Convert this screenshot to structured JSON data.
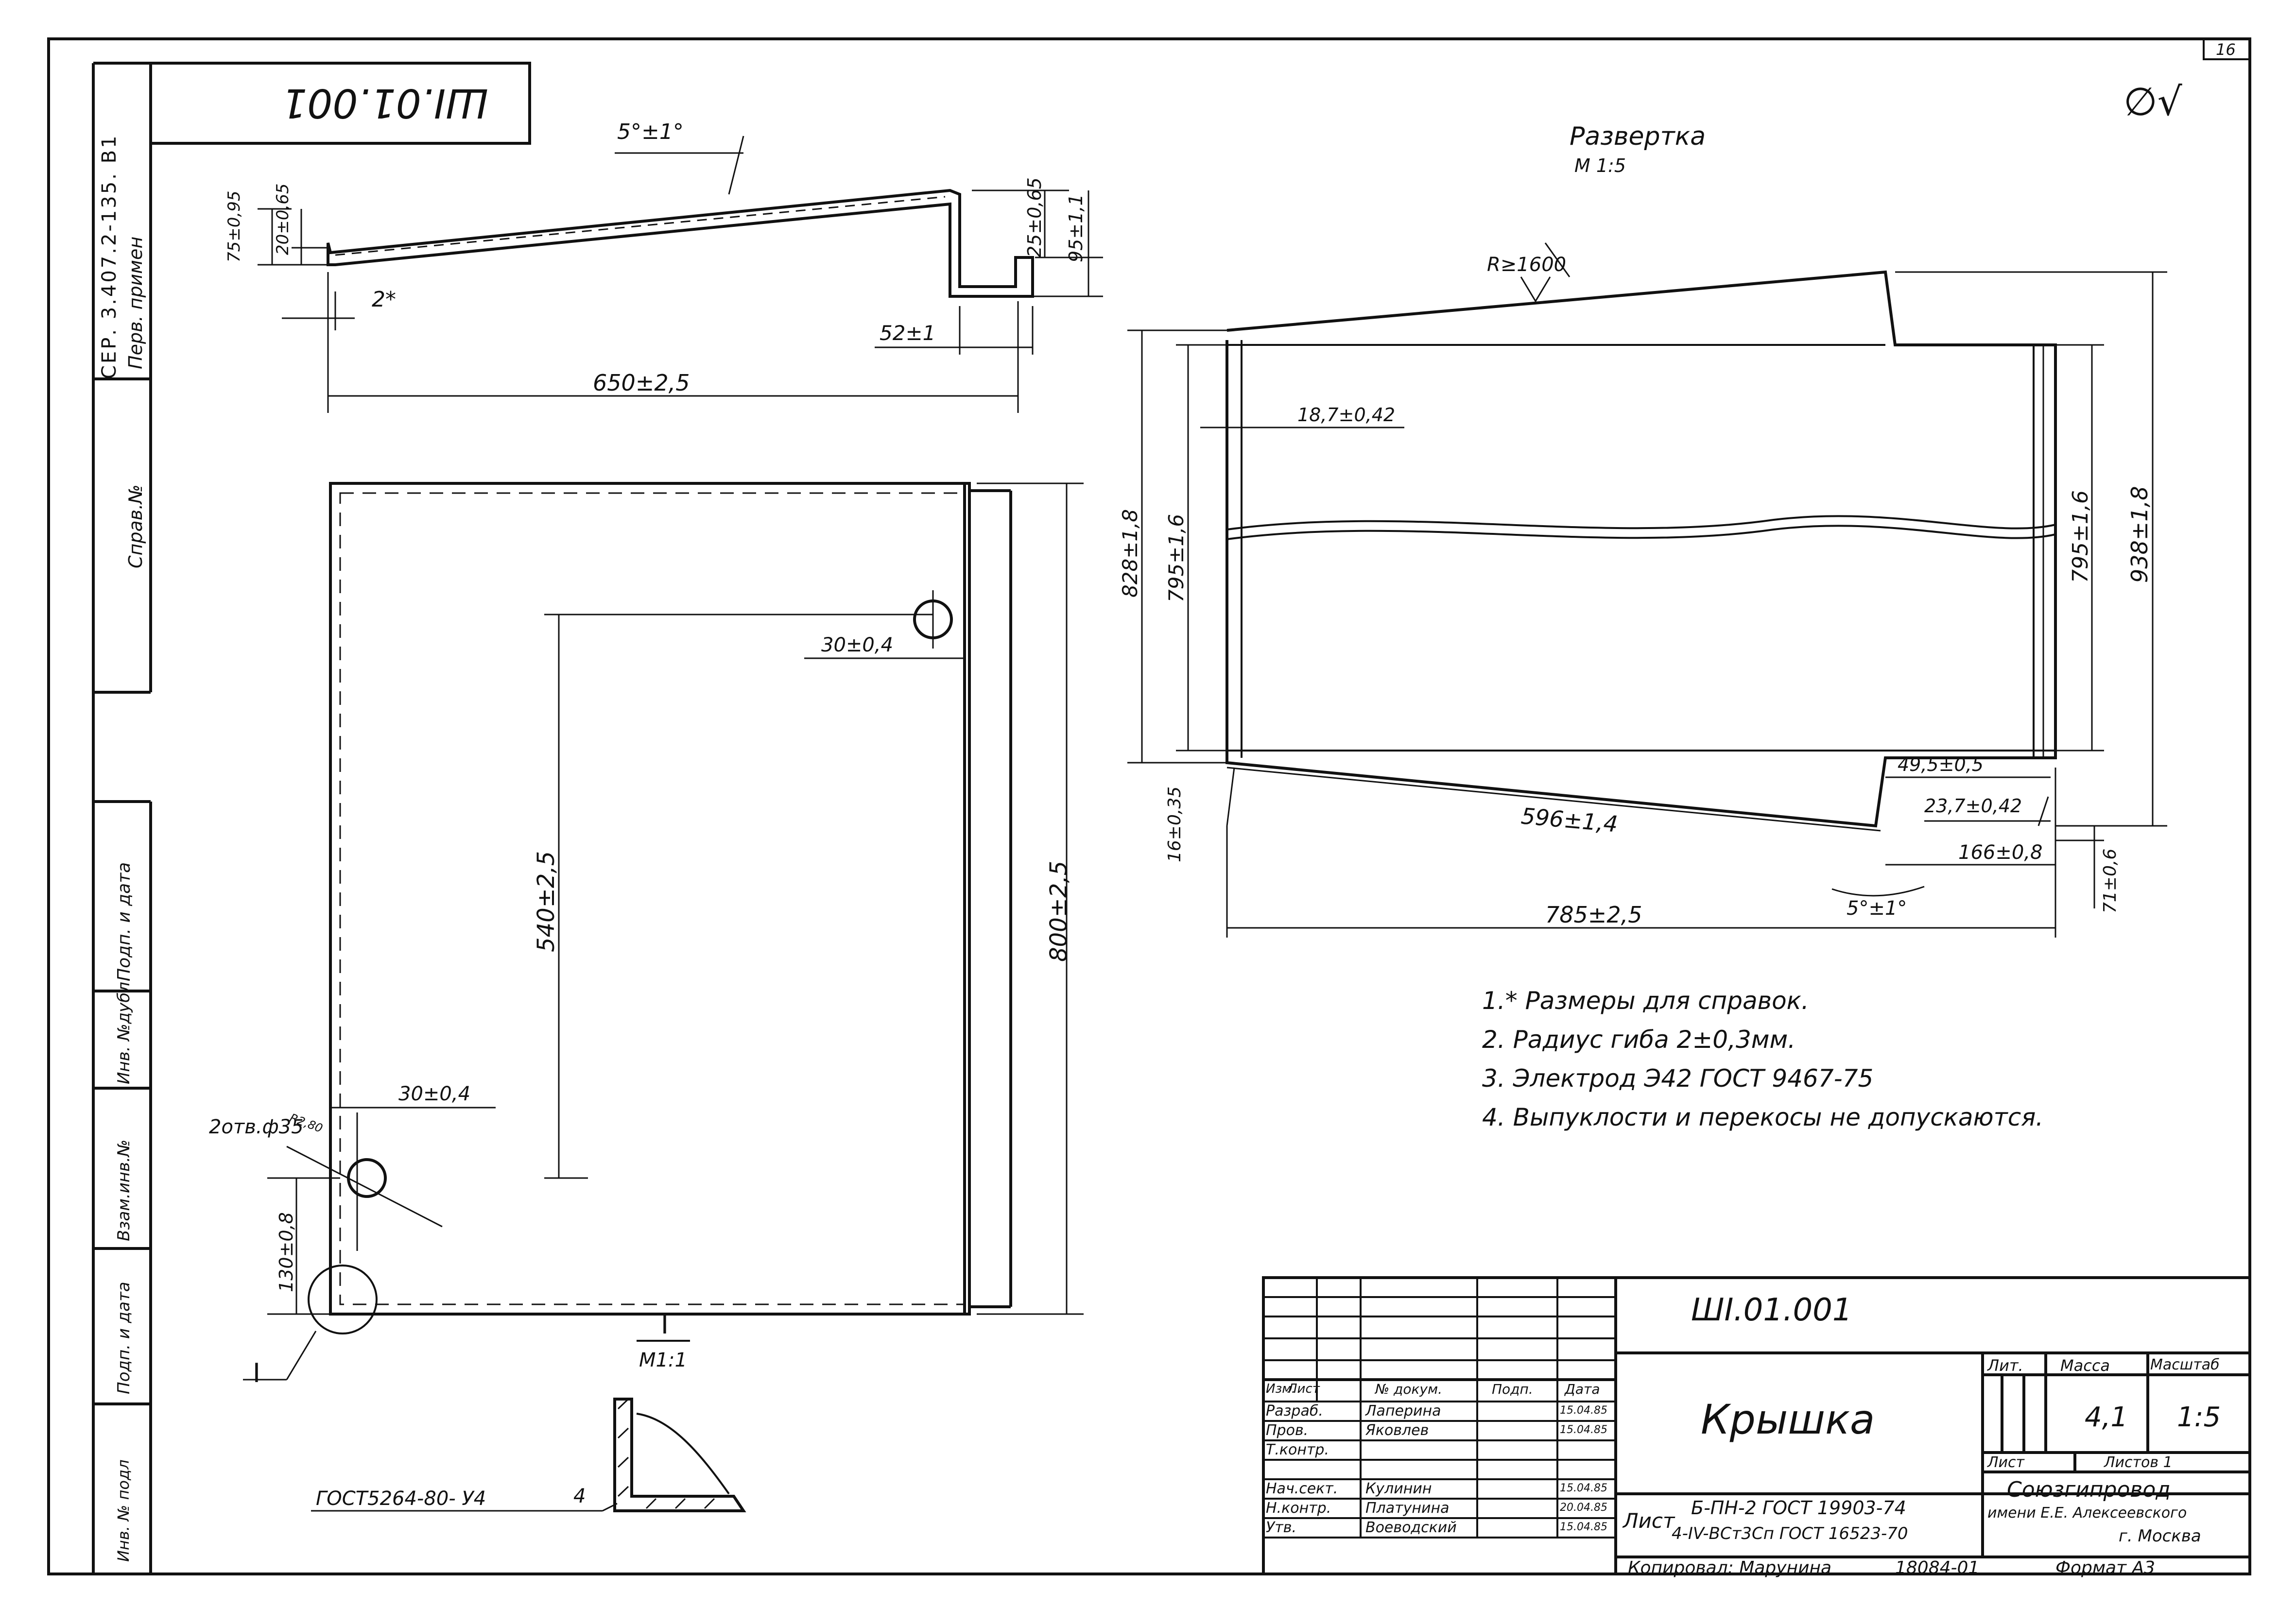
{
  "sheet": {
    "page_number": "16"
  },
  "side_column": {
    "doc_code": "СЕР. 3.407.2-135. В1",
    "perv_primen": "Перв. примен",
    "sprav_no": "Справ.№",
    "podp_data_1": "Подп. и дата",
    "inv_dubl": "Инв. №дубл.",
    "vzam_inv": "Взам.инв.№",
    "podp_data_2": "Подп. и дата",
    "inv_podl": "Инв. № подл"
  },
  "stamp_top": "ШI.01.001",
  "top_right_mark": "∅√",
  "profile": {
    "angle": "5°±1°",
    "d_left_outer": "75±0,95",
    "d_left_inner": "20±0,65",
    "d_right_top": "25±0,65",
    "d_right_depth": "95±1,1",
    "d_step": "52±1",
    "d_ref": "2*",
    "d_length": "650±2,5"
  },
  "plan": {
    "d_hole_offset_top": "30±0,4",
    "d_vertical": "540±2,5",
    "d_height": "800±2,5",
    "d_hole_offset_bottom": "30±0,4",
    "holes": "2отв.ф35",
    "hole_note": "R2,80",
    "d_bottom": "130±0,8",
    "callout": "I"
  },
  "detail": {
    "label": "I",
    "scale": "M1:1",
    "weld": "ГОСТ5264-80- У4",
    "weld_size": "4"
  },
  "razvertka": {
    "title": "Развертка",
    "scale": "М 1:5",
    "radius": "R≥1600",
    "d_left_offset": "18,7±0,42",
    "d_outer_left": "828±1,8",
    "d_inner_left": "795±1,6",
    "d_inner_right": "795±1,6",
    "d_outer_right": "938±1,8",
    "d_br1": "49,5±0,5",
    "d_br2": "23,7±0,42",
    "d_bottom_left": "16±0,35",
    "d_diag": "596±1,4",
    "d_166": "166±0,8",
    "d_width": "785±2,5",
    "d_angle": "5°±1°",
    "d_right_bottom": "71±0,6"
  },
  "notes": [
    "1.* Размеры для справок.",
    "2. Радиус гиба 2±0,3мм.",
    "3. Электрод Э42 ГОСТ 9467-75",
    "4. Выпуклости и перекосы не допускаются."
  ],
  "title_block": {
    "designation": "ШI.01.001",
    "name": "Крышка",
    "hdr_izm": "Изм.",
    "hdr_list": "Лист",
    "hdr_ndok": "№ докум.",
    "hdr_podp": "Подп.",
    "hdr_data": "Дата",
    "rows": [
      {
        "role": "Разраб.",
        "name": "Лаперина",
        "date": "15.04.85"
      },
      {
        "role": "Пров.",
        "name": "Яковлев",
        "date": "15.04.85"
      },
      {
        "role": "Т.контр.",
        "name": "",
        "date": ""
      },
      {
        "role": "Нач.сект.",
        "name": "Кулинин",
        "date": "15.04.85"
      },
      {
        "role": "Н.контр.",
        "name": "Платунина",
        "date": "20.04.85"
      },
      {
        "role": "Утв.",
        "name": "Воеводский",
        "date": "15.04.85"
      }
    ],
    "lit_label": "Лит.",
    "massa_label": "Масса",
    "masshtab_label": "Масштаб",
    "massa": "4,1",
    "masshtab": "1:5",
    "list_label": "Лист",
    "listov_label": "Листов 1",
    "material_prefix": "Лист",
    "material_line1": "Б-ПН-2 ГОСТ 19903-74",
    "material_line2": "4-IV-ВСт3Сп ГОСТ 16523-70",
    "org_line1": "Союзгипровод",
    "org_line2": "имени Е.Е. Алексеевского",
    "org_line3": "г. Москва",
    "kopiroval": "Копировал: Марунина",
    "order": "18084-01",
    "format": "Формат А3"
  }
}
